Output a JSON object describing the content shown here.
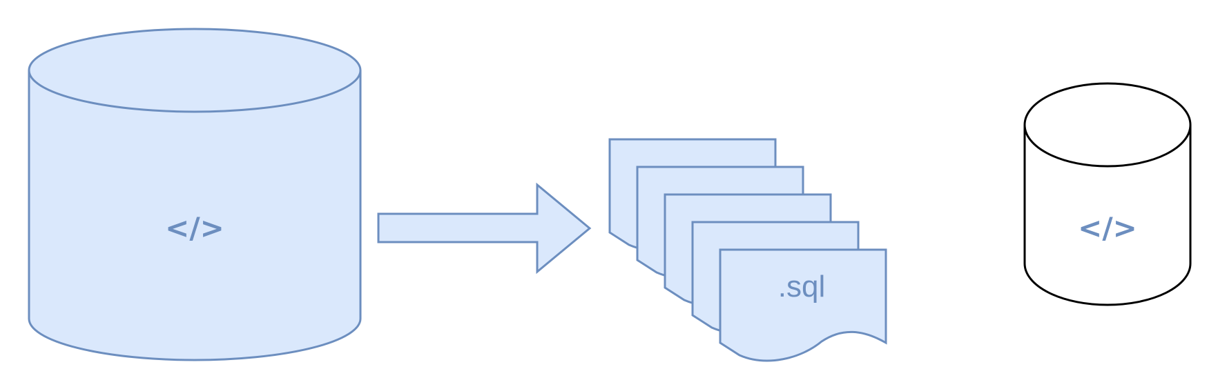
{
  "diagram": {
    "source_db": {
      "icon": "code-icon",
      "label": "</>"
    },
    "arrow": {
      "icon": "right-arrow"
    },
    "files": {
      "icon": "document-stack",
      "count": 5,
      "label": ".sql"
    },
    "target_db": {
      "icon": "code-icon",
      "label": "</>"
    }
  },
  "colors": {
    "fill_blue": "#dae8fc",
    "stroke_blue": "#6c8ebf",
    "stroke_black": "#000000",
    "fill_white": "#ffffff"
  }
}
